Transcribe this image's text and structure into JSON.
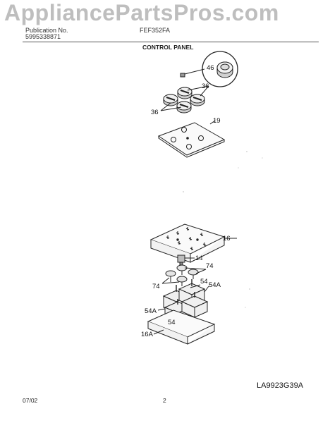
{
  "watermark": {
    "text": "AppliancePartsPros.com"
  },
  "header": {
    "publication_label": "Publication No.",
    "publication_number": "5995338871",
    "model": "FEF352FA",
    "section_title": "CONTROL PANEL"
  },
  "callouts": {
    "p46": "46",
    "p36a": "36",
    "p36b": "36",
    "p19": "19",
    "p16": "16",
    "p14": "14",
    "p74a": "74",
    "p74b": "74",
    "p54a": "54",
    "p54Aa": "54A",
    "p54Ab": "54A",
    "p54b": "54",
    "p16A": "16A"
  },
  "footer": {
    "date": "07/02",
    "page": "2",
    "drawing_number": "LA9923G39A"
  }
}
